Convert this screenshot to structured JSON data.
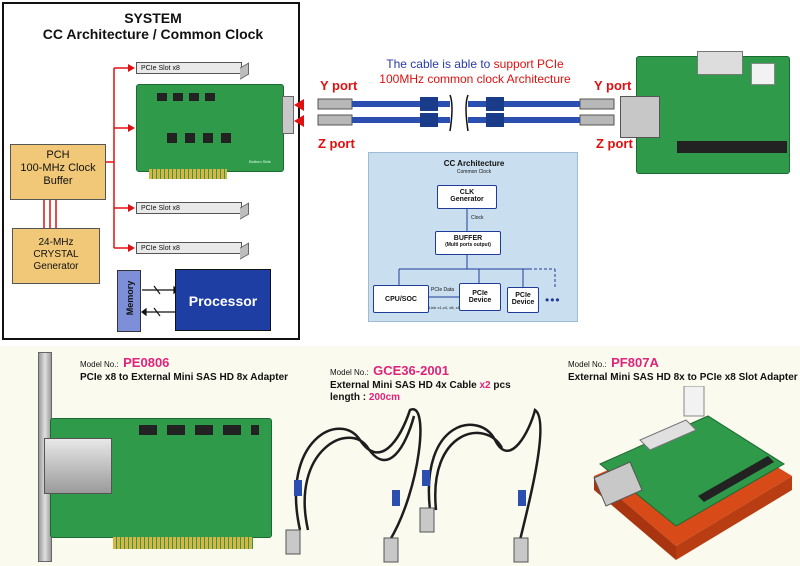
{
  "system": {
    "title_line1": "SYSTEM",
    "title_line2": "CC Architecture / Common Clock",
    "slots": [
      "PCIe Slot x8",
      "PCIe Slot x8",
      "PCIe Slot x8"
    ],
    "pch": [
      "PCH",
      "100-MHz Clock",
      "Buffer"
    ],
    "crystal": [
      "24-MHz",
      "CRYSTAL",
      "Generator"
    ],
    "memory": "Memory",
    "processor": "Processor",
    "board_small_text": "Bottom Side"
  },
  "cable": {
    "text_blue": "The cable is able to ",
    "text_red1": "support PCIe",
    "text_red2": "100MHz common clock Architecture",
    "y_port": "Y port",
    "z_port": "Z port"
  },
  "cc_diagram": {
    "title": "CC Architecture",
    "subtitle": "Common Clock",
    "clk_generator": [
      "CLK",
      "Generator"
    ],
    "clock": "Clock",
    "buffer": [
      "BUFFER",
      "(Multi ports output)"
    ],
    "cpu": "CPU/SOC",
    "pcie_data": "PCIe Data",
    "link": "Link x1,x4, x8, x16",
    "device1": [
      "PCIe",
      "Device"
    ],
    "device2": [
      "PCIe",
      "Device"
    ],
    "dots": "•••"
  },
  "products": [
    {
      "label": "Model No.:",
      "code": "PE0806",
      "desc": "PCIe x8 to External Mini SAS HD 8x Adapter"
    },
    {
      "label": "Model No.:",
      "code": "GCE36-2001",
      "desc_a": "External Mini SAS HD 4x Cable ",
      "desc_b": "x2",
      "desc_c": " pcs",
      "length_label": "length : ",
      "length_value": "200cm"
    },
    {
      "label": "Model No.:",
      "code": "PF807A",
      "desc": "External Mini SAS HD 8x to PCIe x8 Slot Adapter"
    }
  ],
  "colors": {
    "red": "#e01010",
    "blue": "#1f3ea3",
    "pcb_green": "#2f9a4a",
    "pch": "#f0c878",
    "pink": "#e0237a"
  }
}
